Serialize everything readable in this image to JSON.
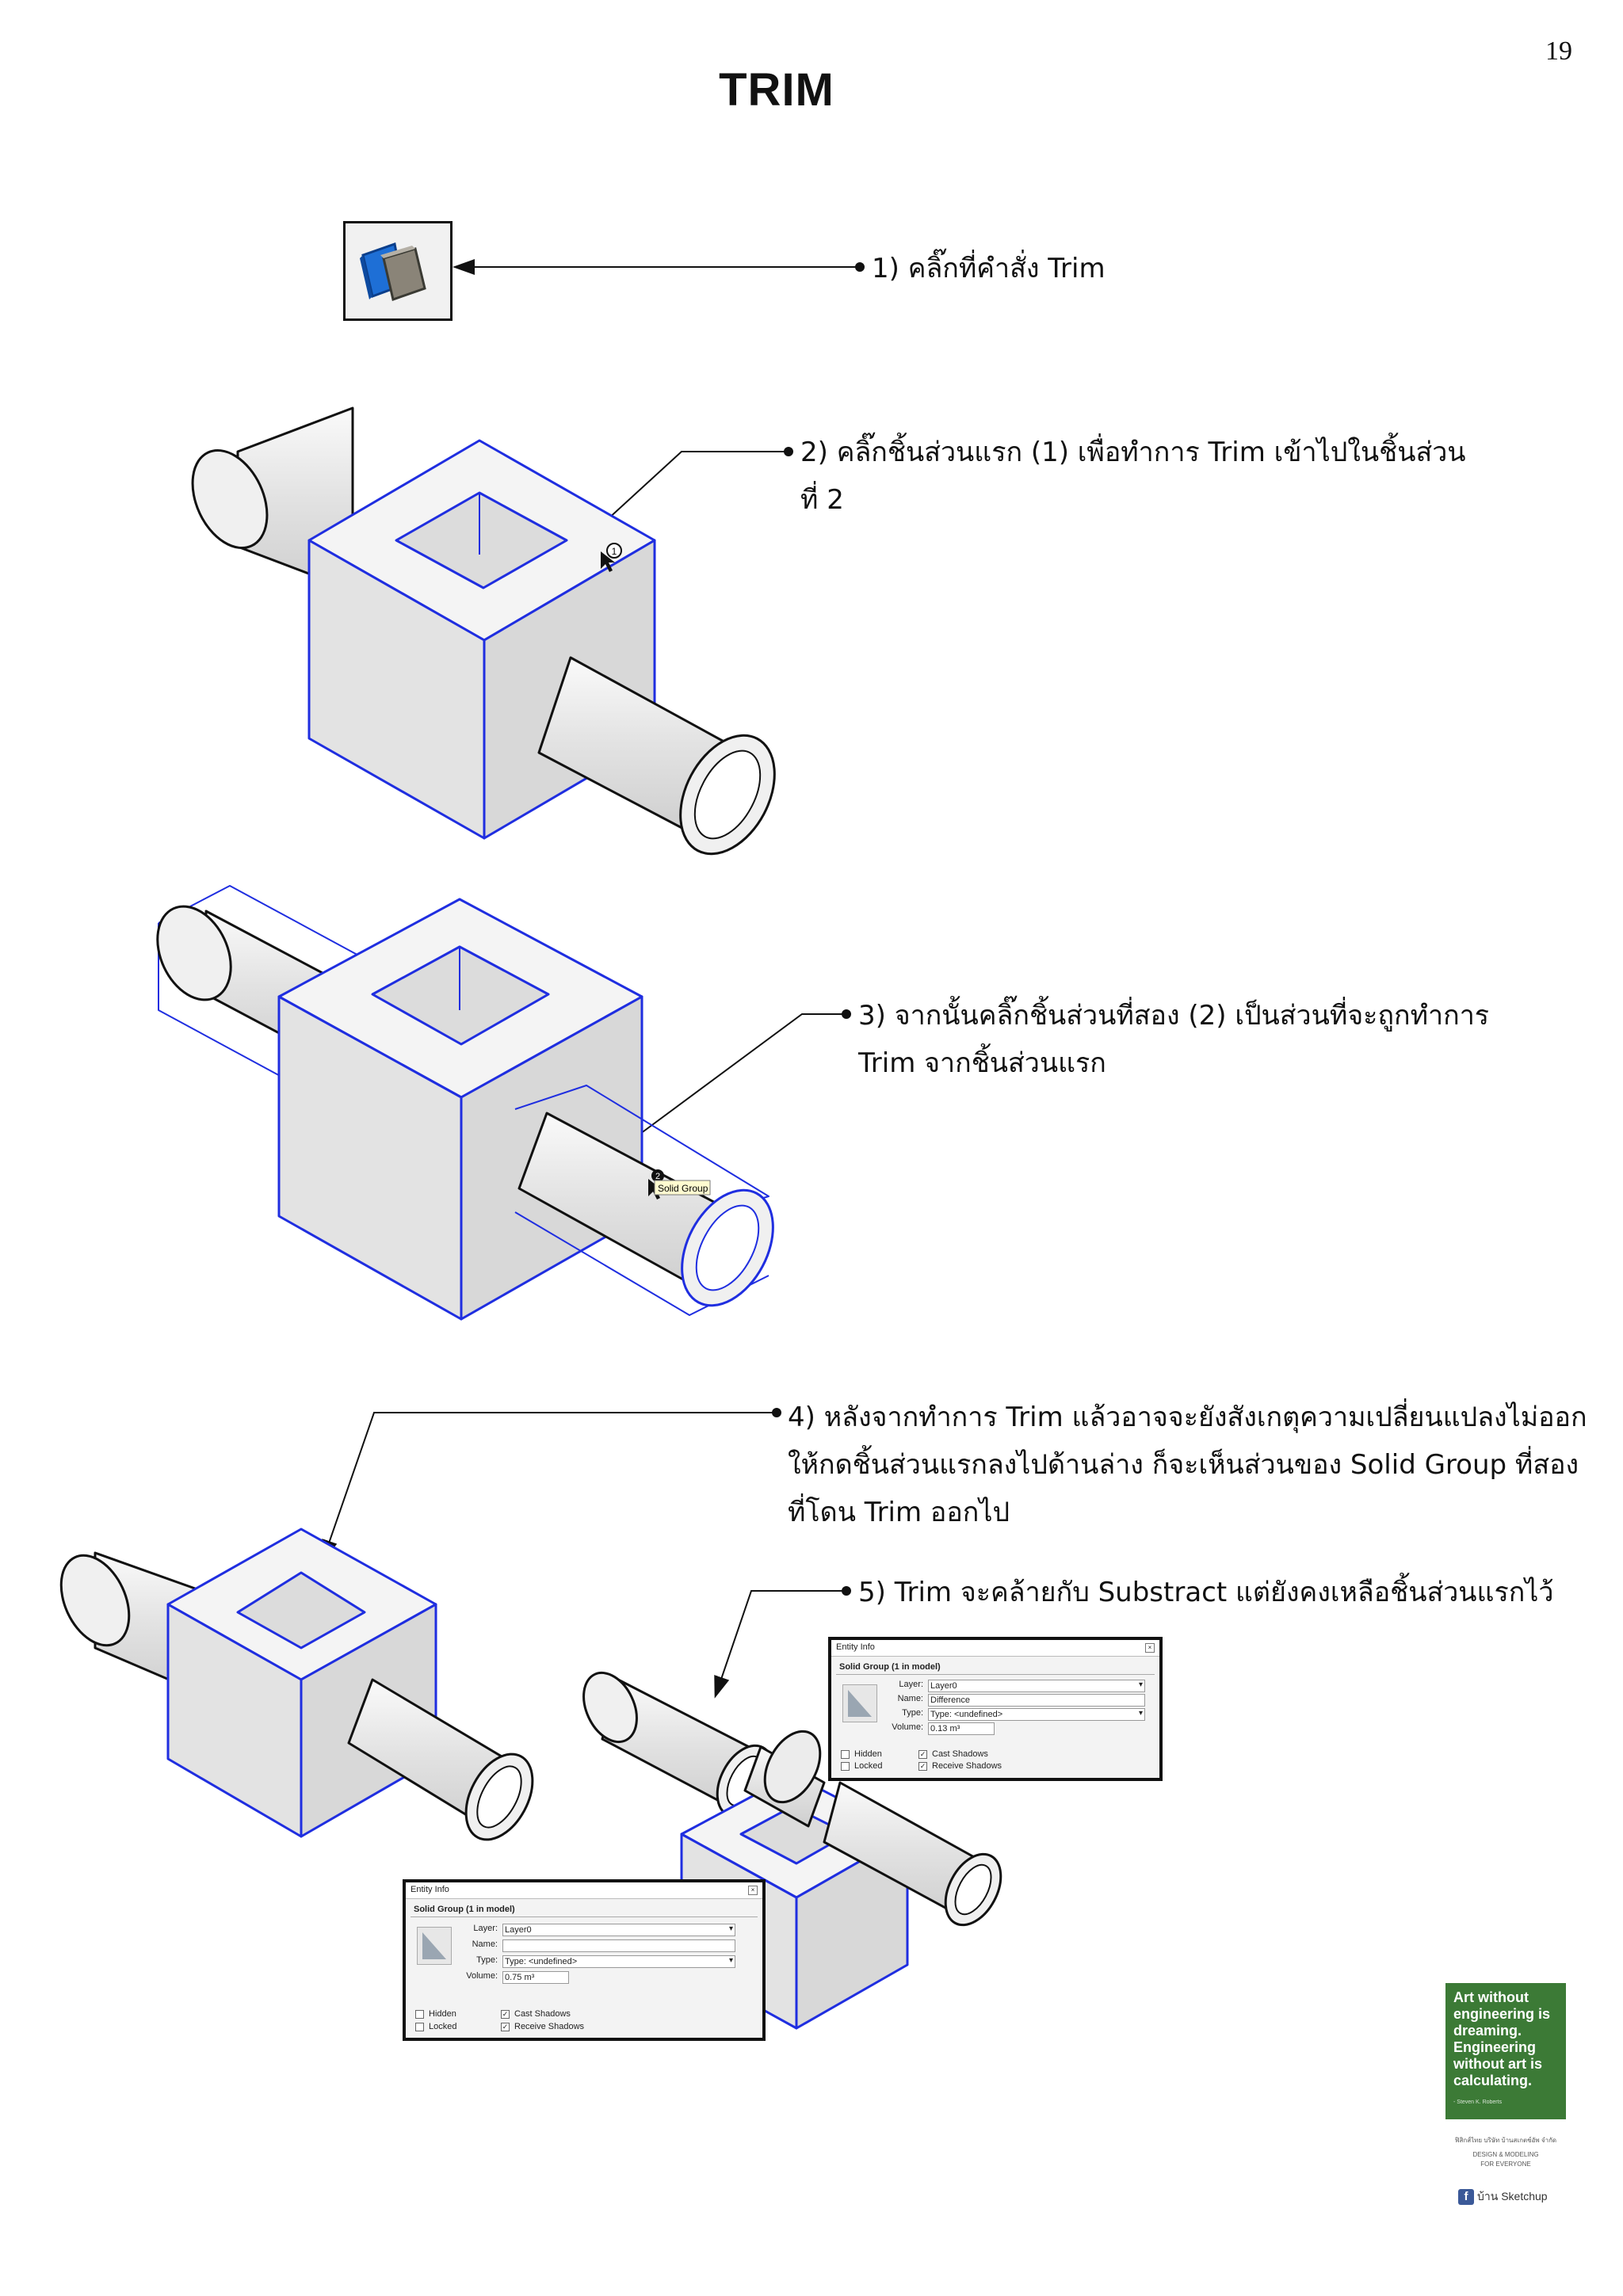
{
  "page_number": "19",
  "title": "TRIM",
  "steps": {
    "s1": "1) คลิ๊กที่คำสั่ง Trim",
    "s2_line1": "2) คลิ๊กชิ้นส่วนแรก (1) เพื่อทำการ Trim เข้าไปในชิ้นส่วน",
    "s2_line2": "ที่ 2",
    "s3_line1": "3) จากนั้นคลิ๊กชิ้นส่วนที่สอง (2) เป็นส่วนที่จะถูกทำการ",
    "s3_line2": "Trim จากชิ้นส่วนแรก",
    "s4_line1": "4) หลังจากทำการ Trim แล้วอาจจะยังสังเกตุความเปลี่ยนแปลงไม่ออก",
    "s4_line2": "ให้กดชิ้นส่วนแรกลงไปด้านล่าง ก็จะเห็นส่วนของ Solid Group ที่สอง",
    "s4_line3": "ที่โดน Trim ออกไป",
    "s5": "5) Trim จะคล้ายกับ Substract แต่ยังคงเหลือชิ้นส่วนแรกไว้"
  },
  "tooltip": "Solid Group",
  "markers": {
    "m1": "1",
    "m2": "2"
  },
  "panel_top": {
    "title": "Entity Info",
    "subtitle": "Solid Group (1 in model)",
    "layer_label": "Layer:",
    "layer_value": "Layer0",
    "name_label": "Name:",
    "name_value": "Difference",
    "type_label": "Type:",
    "type_value": "Type: <undefined>",
    "volume_label": "Volume:",
    "volume_value": "0.13 m³",
    "hidden": "Hidden",
    "locked": "Locked",
    "cast": "Cast Shadows",
    "receive": "Receive Shadows"
  },
  "panel_bottom": {
    "title": "Entity Info",
    "subtitle": "Solid Group (1 in model)",
    "layer_label": "Layer:",
    "layer_value": "Layer0",
    "name_label": "Name:",
    "name_value": "",
    "type_label": "Type:",
    "type_value": "Type: <undefined>",
    "volume_label": "Volume:",
    "volume_value": "0.75 m³",
    "hidden": "Hidden",
    "locked": "Locked",
    "cast": "Cast Shadows",
    "receive": "Receive Shadows"
  },
  "poster": {
    "quote": "Art without engineering is dreaming. Engineering without art is calculating.",
    "author": "- Steven K. Roberts",
    "caption1": "ฟิสิกส์ไทย บริษัท บ้านสเกตช์อัพ จำกัด",
    "caption2": "DESIGN & MODELING",
    "caption3": "FOR EVERYONE",
    "facebook": "บ้าน Sketchup"
  },
  "colors": {
    "selection": "#1f2ee0",
    "face": "#e5e5e5",
    "edge": "#111111"
  }
}
